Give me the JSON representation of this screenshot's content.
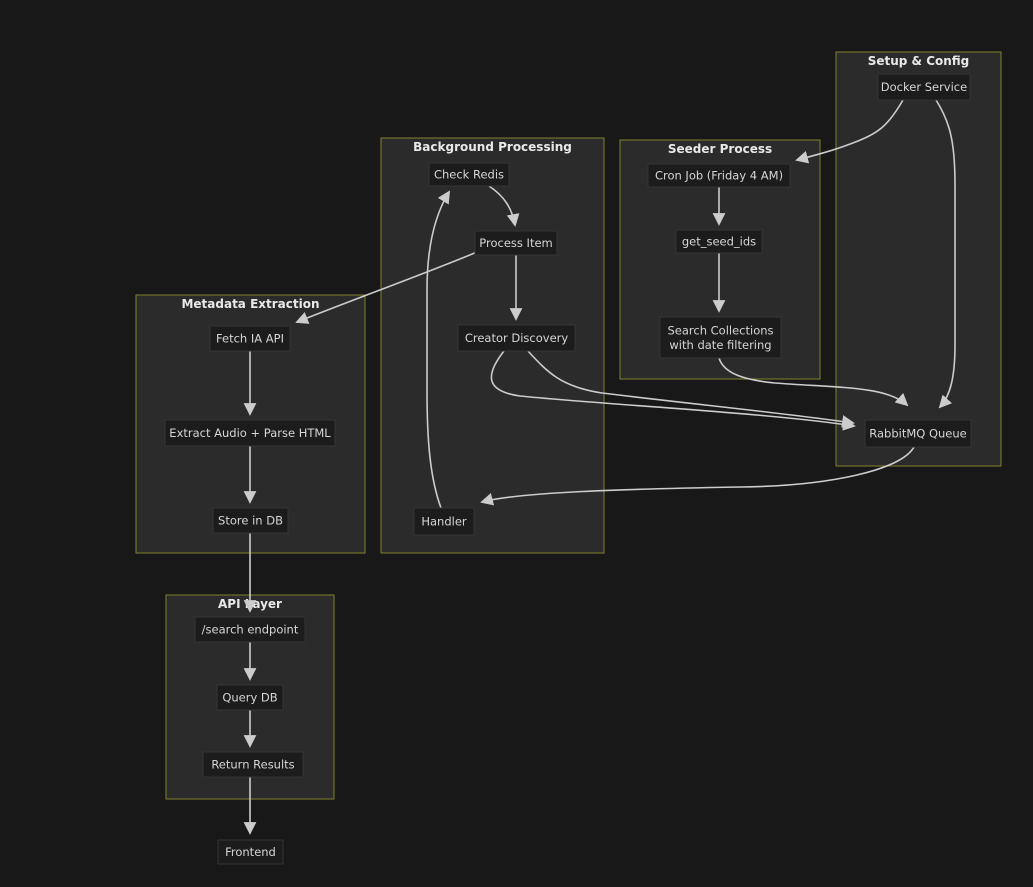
{
  "diagram": {
    "colors": {
      "page_background": "#181818",
      "group_fill": "#2b2b2b",
      "group_border": "#82802b",
      "node_fill": "#1c1c1c",
      "node_border": "#343434",
      "node_text": "#d6d6d6",
      "title_text": "#e9e9e9",
      "edge": "#cccccc"
    },
    "groups": [
      {
        "id": "setup",
        "title": "Setup & Config"
      },
      {
        "id": "background",
        "title": "Background Processing"
      },
      {
        "id": "seeder",
        "title": "Seeder Process"
      },
      {
        "id": "metadata",
        "title": "Metadata Extraction"
      },
      {
        "id": "api",
        "title": "API Layer"
      }
    ],
    "nodes": [
      {
        "id": "docker-service",
        "label": "Docker Service",
        "group": "setup"
      },
      {
        "id": "rabbitmq-queue",
        "label": "RabbitMQ Queue",
        "group": "setup"
      },
      {
        "id": "check-redis",
        "label": "Check Redis",
        "group": "background"
      },
      {
        "id": "process-item",
        "label": "Process Item",
        "group": "background"
      },
      {
        "id": "creator-discovery",
        "label": "Creator Discovery",
        "group": "background"
      },
      {
        "id": "handler",
        "label": "Handler",
        "group": "background"
      },
      {
        "id": "cron-job",
        "label": "Cron Job (Friday 4 AM)",
        "group": "seeder"
      },
      {
        "id": "get-seed-ids",
        "label": "get_seed_ids",
        "group": "seeder"
      },
      {
        "id": "search-collections",
        "label": "Search Collections\nwith date filtering",
        "group": "seeder"
      },
      {
        "id": "fetch-ia-api",
        "label": "Fetch IA API",
        "group": "metadata"
      },
      {
        "id": "extract-audio",
        "label": "Extract Audio + Parse HTML",
        "group": "metadata"
      },
      {
        "id": "store-in-db",
        "label": "Store in DB",
        "group": "metadata"
      },
      {
        "id": "search-endpoint",
        "label": "/search endpoint",
        "group": "api"
      },
      {
        "id": "query-db",
        "label": "Query DB",
        "group": "api"
      },
      {
        "id": "return-results",
        "label": "Return Results",
        "group": "api"
      },
      {
        "id": "frontend",
        "label": "Frontend",
        "group": null
      }
    ],
    "edges": [
      {
        "from": "docker-service",
        "to": "cron-job"
      },
      {
        "from": "docker-service",
        "to": "rabbitmq-queue"
      },
      {
        "from": "cron-job",
        "to": "get-seed-ids"
      },
      {
        "from": "get-seed-ids",
        "to": "search-collections"
      },
      {
        "from": "search-collections",
        "to": "rabbitmq-queue"
      },
      {
        "from": "rabbitmq-queue",
        "to": "handler"
      },
      {
        "from": "handler",
        "to": "check-redis"
      },
      {
        "from": "check-redis",
        "to": "process-item"
      },
      {
        "from": "process-item",
        "to": "creator-discovery"
      },
      {
        "from": "process-item",
        "to": "fetch-ia-api"
      },
      {
        "from": "creator-discovery",
        "to": "rabbitmq-queue"
      },
      {
        "from": "creator-discovery",
        "to": "rabbitmq-queue"
      },
      {
        "from": "fetch-ia-api",
        "to": "extract-audio"
      },
      {
        "from": "extract-audio",
        "to": "store-in-db"
      },
      {
        "from": "store-in-db",
        "to": "search-endpoint"
      },
      {
        "from": "search-endpoint",
        "to": "query-db"
      },
      {
        "from": "query-db",
        "to": "return-results"
      },
      {
        "from": "return-results",
        "to": "frontend"
      }
    ]
  }
}
